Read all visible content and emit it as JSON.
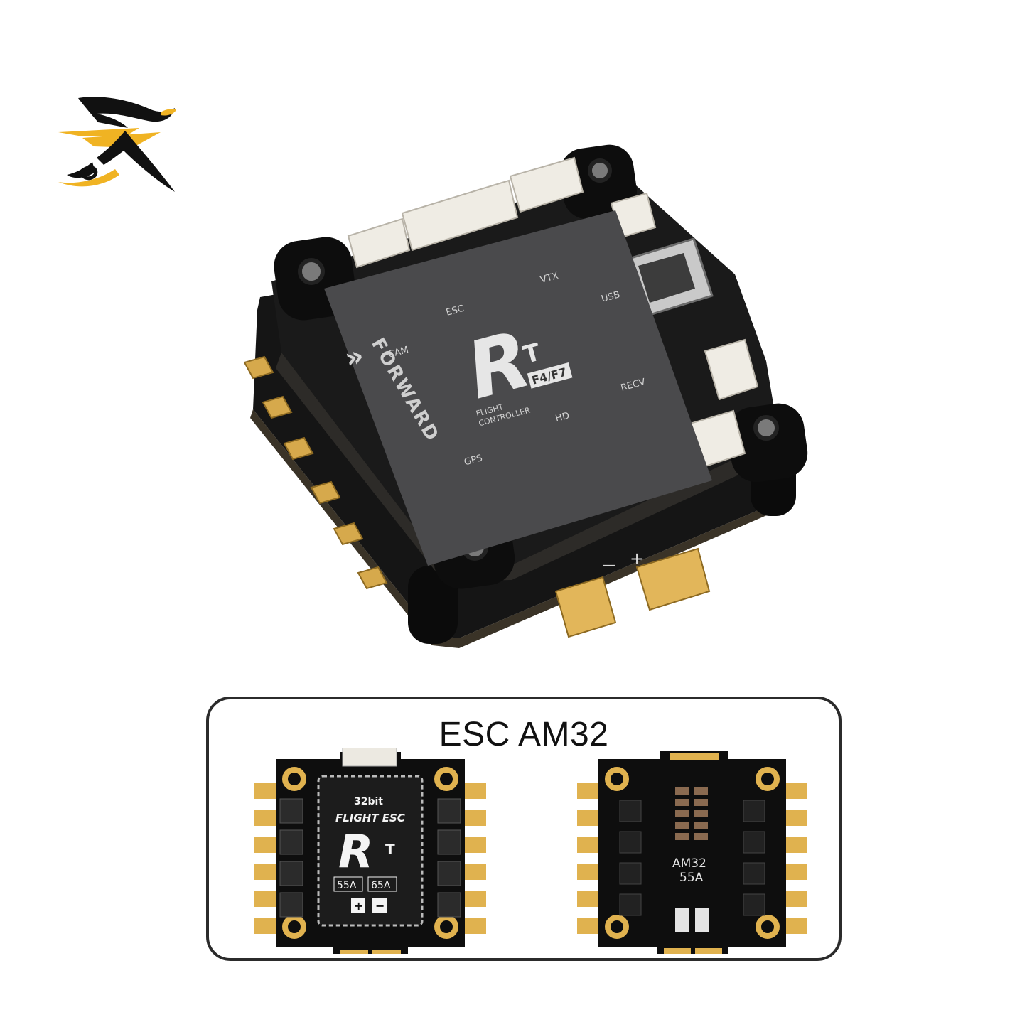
{
  "brand": {
    "logo_icon": "bird-logo-icon",
    "colors": {
      "black": "#111111",
      "gold": "#f0b323"
    }
  },
  "flight_controller": {
    "logo_text": "R",
    "logo_sub": "T",
    "model": "F4/F7",
    "desc_line1": "FLIGHT",
    "desc_line2": "CONTROLLER",
    "forward_label": "FORWARD",
    "ports": {
      "cam": "CAM",
      "esc": "ESC",
      "vtx": "VTX",
      "usb": "USB",
      "recv": "RECV",
      "hd": "HD",
      "gps": "GPS"
    },
    "power_minus": "−",
    "power_plus": "+"
  },
  "esc_panel": {
    "title": "ESC AM32",
    "front": {
      "top_line": "32bit",
      "name": "FLIGHT ESC",
      "logo_text": "R",
      "logo_sub": "T",
      "rating_a": "55A",
      "rating_b": "65A",
      "plus": "+",
      "minus": "−"
    },
    "back": {
      "line1": "AM32",
      "line2": "55A"
    }
  }
}
